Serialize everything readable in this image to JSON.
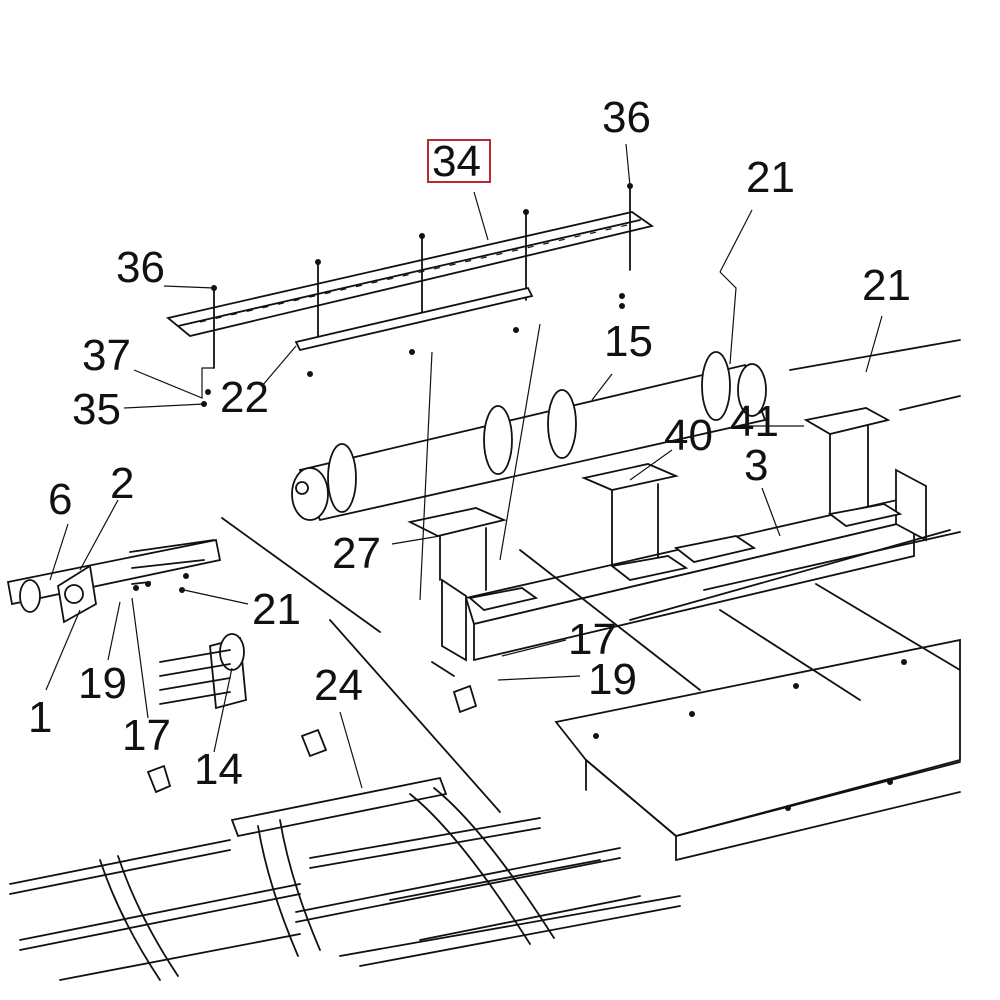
{
  "highlight_color": "#c0272d",
  "callouts": {
    "c34": "34",
    "c36a": "36",
    "c36b": "36",
    "c21a": "21",
    "c21b": "21",
    "c21c": "21",
    "c37": "37",
    "c35": "35",
    "c22": "22",
    "c15": "15",
    "c40": "40",
    "c41": "41",
    "c3": "3",
    "c6": "6",
    "c2": "2",
    "c27": "27",
    "c1": "1",
    "c19a": "19",
    "c19b": "19",
    "c17a": "17",
    "c17b": "17",
    "c14": "14",
    "c24": "24"
  }
}
